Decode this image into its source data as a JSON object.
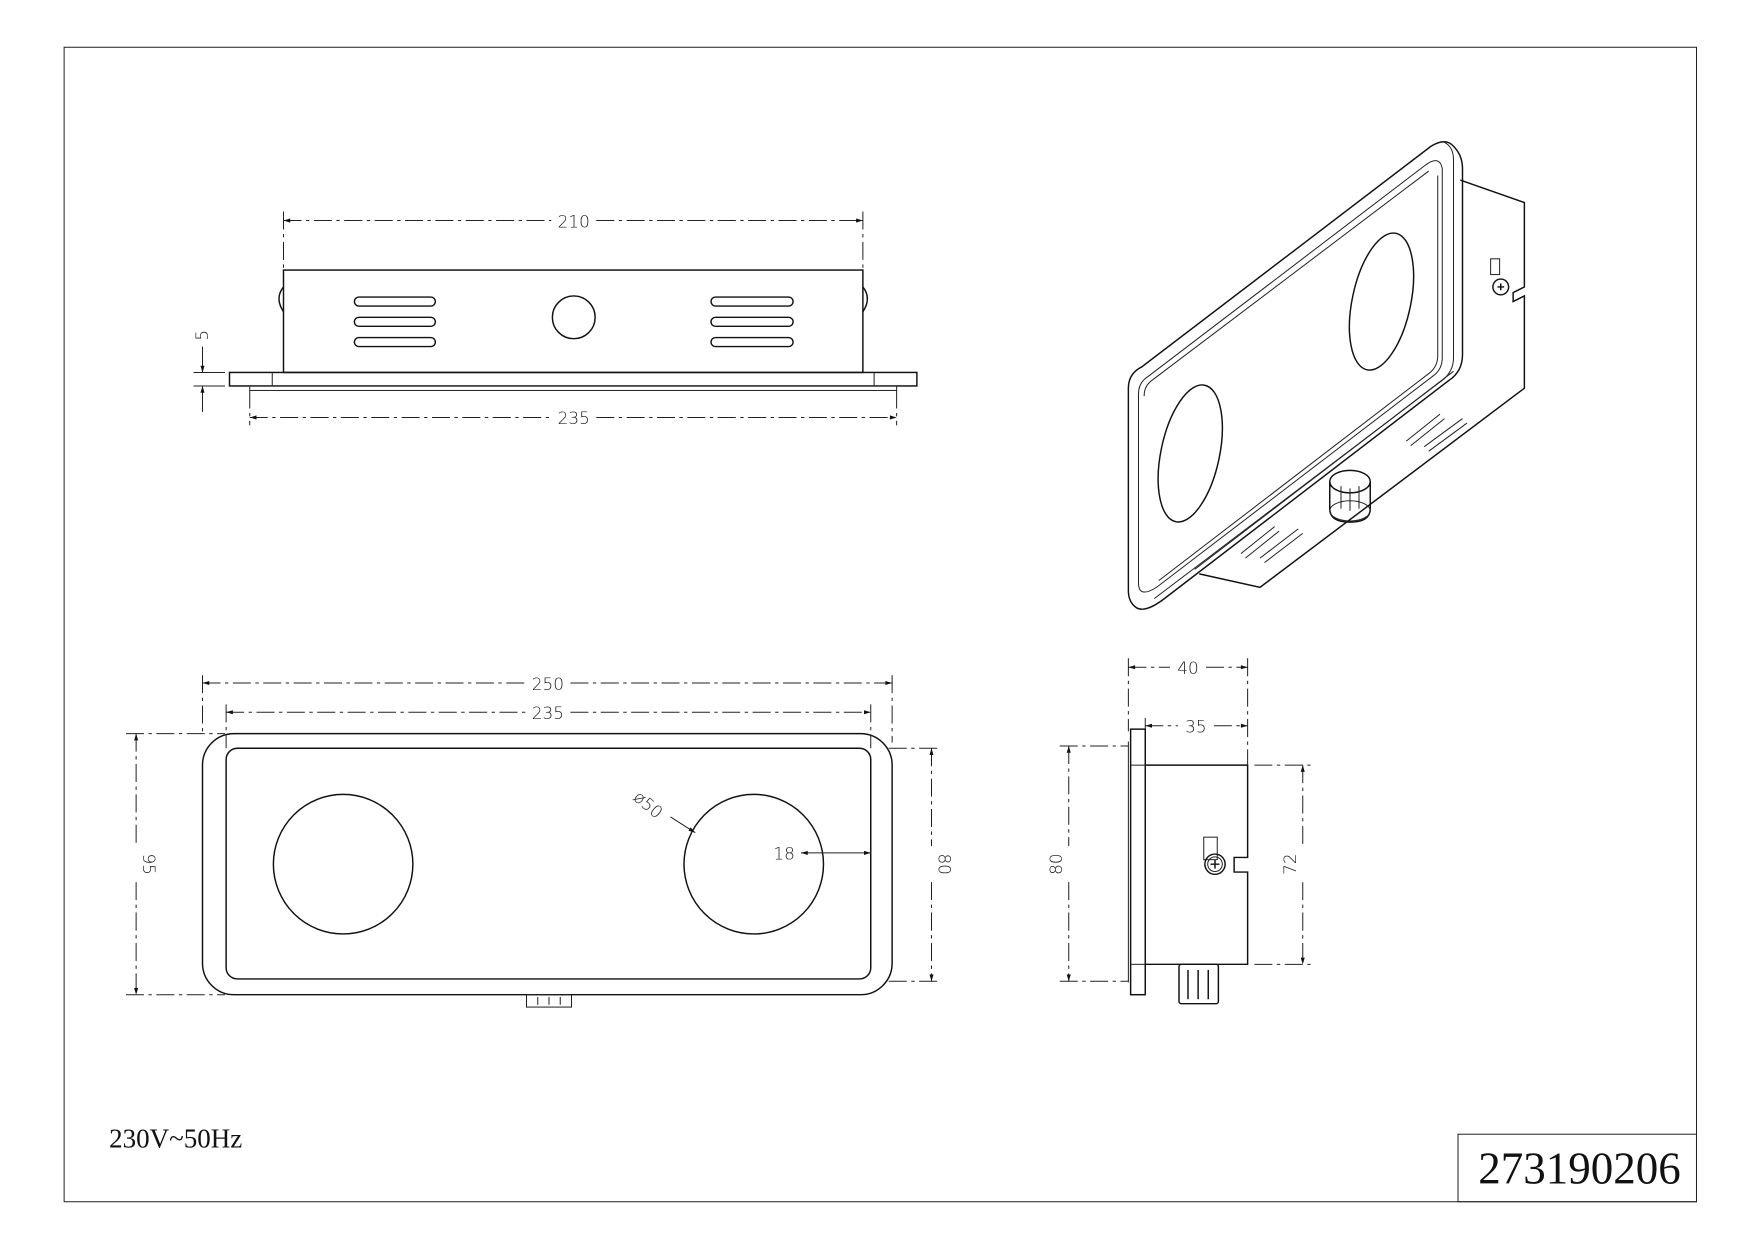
{
  "title_block": {
    "part_number": "273190206"
  },
  "notes": {
    "voltage": "230V~50Hz"
  },
  "top_view": {
    "dim_box_width": "210",
    "dim_flange_width": "235",
    "dim_flange_thickness": "5"
  },
  "front_view": {
    "dim_overall_width": "250",
    "dim_inner_width": "235",
    "dim_overall_height": "95",
    "dim_inner_height": "80",
    "dim_diameter": "ø50",
    "dim_edge_offset": "18"
  },
  "side_view": {
    "dim_depth_total": "40",
    "dim_depth_box": "35",
    "dim_height_plate": "80",
    "dim_height_box": "72"
  }
}
